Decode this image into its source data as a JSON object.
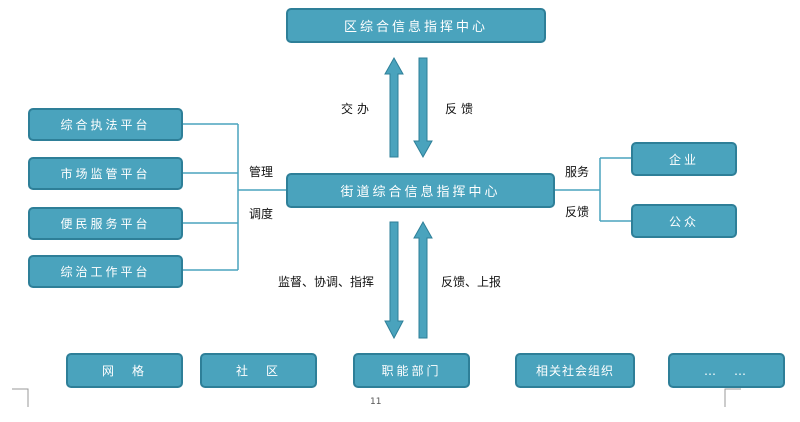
{
  "nodes": {
    "district_center": "区综合信息指挥中心",
    "street_center": "街道综合信息指挥中心",
    "left_platforms": [
      "综合执法平台",
      "市场监管平台",
      "便民服务平台",
      "综治工作平台"
    ],
    "right_parties": [
      "企业",
      "公众"
    ],
    "bottom_units": [
      "网　格",
      "社　区",
      "职能部门",
      "相关社会组织",
      "…　…"
    ]
  },
  "edges": {
    "down_top": "交办",
    "up_top": "反馈",
    "left_top": "管理",
    "left_bottom": "调度",
    "right_top": "服务",
    "right_bottom": "反馈",
    "down_bottom": "监督、协调、指挥",
    "up_bottom": "反馈、上报"
  },
  "footer": {
    "page_number": "11"
  },
  "colors": {
    "box_fill": "#4aa3bd",
    "box_border": "#2e7f98",
    "connector": "#4aa3bd"
  }
}
